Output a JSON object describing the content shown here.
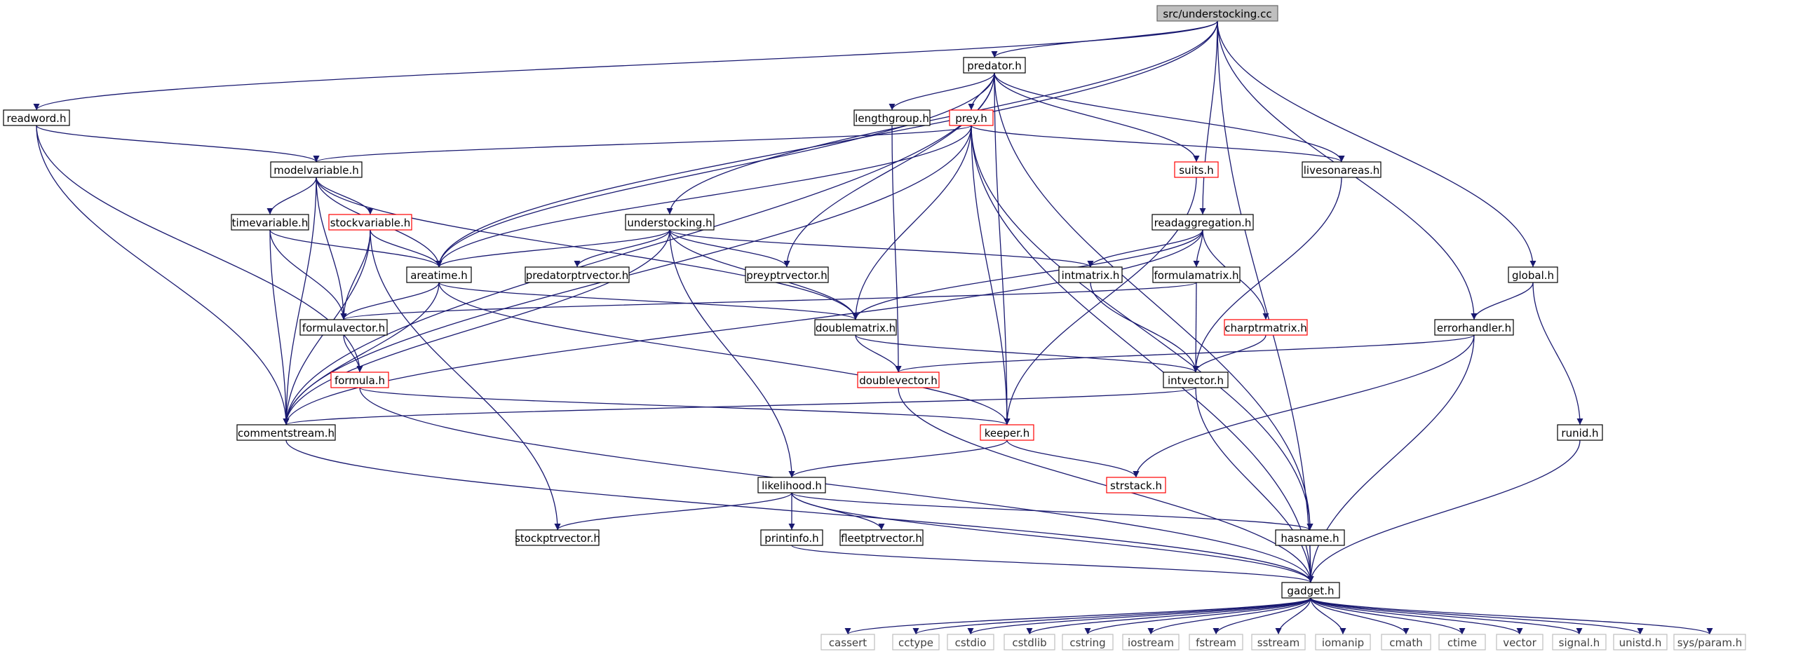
{
  "colors": {
    "edge": "#191970",
    "root_fill": "#bfbfbf",
    "normal_border": "#000000",
    "truncated_border": "#ff0000",
    "system_border": "#bfbfbf",
    "system_text": "#404040"
  },
  "nodes": [
    {
      "id": "root",
      "label": "src/understocking.cc",
      "kind": "root"
    },
    {
      "id": "predator",
      "label": "predator.h",
      "kind": "normal"
    },
    {
      "id": "readword",
      "label": "readword.h",
      "kind": "normal"
    },
    {
      "id": "lengthgroup",
      "label": "lengthgroup.h",
      "kind": "normal"
    },
    {
      "id": "prey",
      "label": "prey.h",
      "kind": "truncated"
    },
    {
      "id": "modelvariable",
      "label": "modelvariable.h",
      "kind": "normal"
    },
    {
      "id": "suits",
      "label": "suits.h",
      "kind": "truncated"
    },
    {
      "id": "livesonareas",
      "label": "livesonareas.h",
      "kind": "normal"
    },
    {
      "id": "timevariable",
      "label": "timevariable.h",
      "kind": "normal"
    },
    {
      "id": "stockvariable",
      "label": "stockvariable.h",
      "kind": "truncated"
    },
    {
      "id": "understocking",
      "label": "understocking.h",
      "kind": "normal"
    },
    {
      "id": "readaggregation",
      "label": "readaggregation.h",
      "kind": "normal"
    },
    {
      "id": "areatime",
      "label": "areatime.h",
      "kind": "normal"
    },
    {
      "id": "predatorptrvector",
      "label": "predatorptrvector.h",
      "kind": "normal"
    },
    {
      "id": "preyptrvector",
      "label": "preyptrvector.h",
      "kind": "normal"
    },
    {
      "id": "intmatrix",
      "label": "intmatrix.h",
      "kind": "normal"
    },
    {
      "id": "formulamatrix",
      "label": "formulamatrix.h",
      "kind": "normal"
    },
    {
      "id": "global",
      "label": "global.h",
      "kind": "normal"
    },
    {
      "id": "formulavector",
      "label": "formulavector.h",
      "kind": "normal"
    },
    {
      "id": "doublematrix",
      "label": "doublematrix.h",
      "kind": "normal"
    },
    {
      "id": "charptrmatrix",
      "label": "charptrmatrix.h",
      "kind": "truncated"
    },
    {
      "id": "errorhandler",
      "label": "errorhandler.h",
      "kind": "normal"
    },
    {
      "id": "formula",
      "label": "formula.h",
      "kind": "truncated"
    },
    {
      "id": "doublevector",
      "label": "doublevector.h",
      "kind": "truncated"
    },
    {
      "id": "intvector",
      "label": "intvector.h",
      "kind": "normal"
    },
    {
      "id": "commentstream",
      "label": "commentstream.h",
      "kind": "normal"
    },
    {
      "id": "keeper",
      "label": "keeper.h",
      "kind": "truncated"
    },
    {
      "id": "runid",
      "label": "runid.h",
      "kind": "normal"
    },
    {
      "id": "likelihood",
      "label": "likelihood.h",
      "kind": "normal"
    },
    {
      "id": "strstack",
      "label": "strstack.h",
      "kind": "truncated"
    },
    {
      "id": "printinfo",
      "label": "printinfo.h",
      "kind": "normal"
    },
    {
      "id": "fleetptrvector",
      "label": "fleetptrvector.h",
      "kind": "normal"
    },
    {
      "id": "stockptrvector",
      "label": "stockptrvector.h",
      "kind": "normal"
    },
    {
      "id": "hasname",
      "label": "hasname.h",
      "kind": "normal"
    },
    {
      "id": "gadget",
      "label": "gadget.h",
      "kind": "normal"
    },
    {
      "id": "cassert",
      "label": "cassert",
      "kind": "system"
    },
    {
      "id": "cctype",
      "label": "cctype",
      "kind": "system"
    },
    {
      "id": "cstdio",
      "label": "cstdio",
      "kind": "system"
    },
    {
      "id": "cstdlib",
      "label": "cstdlib",
      "kind": "system"
    },
    {
      "id": "cstring",
      "label": "cstring",
      "kind": "system"
    },
    {
      "id": "iostream",
      "label": "iostream",
      "kind": "system"
    },
    {
      "id": "fstream",
      "label": "fstream",
      "kind": "system"
    },
    {
      "id": "sstream",
      "label": "sstream",
      "kind": "system"
    },
    {
      "id": "iomanip",
      "label": "iomanip",
      "kind": "system"
    },
    {
      "id": "cmath",
      "label": "cmath",
      "kind": "system"
    },
    {
      "id": "ctime",
      "label": "ctime",
      "kind": "system"
    },
    {
      "id": "vector",
      "label": "vector",
      "kind": "system"
    },
    {
      "id": "signal",
      "label": "signal.h",
      "kind": "system"
    },
    {
      "id": "unistd",
      "label": "unistd.h",
      "kind": "system"
    },
    {
      "id": "sysparam",
      "label": "sys/param.h",
      "kind": "system"
    }
  ],
  "edges": [
    [
      "root",
      "predator"
    ],
    [
      "root",
      "readword"
    ],
    [
      "root",
      "areatime"
    ],
    [
      "root",
      "understocking"
    ],
    [
      "root",
      "readaggregation"
    ],
    [
      "root",
      "errorhandler"
    ],
    [
      "root",
      "global"
    ],
    [
      "root",
      "gadget"
    ],
    [
      "predator",
      "lengthgroup"
    ],
    [
      "predator",
      "prey"
    ],
    [
      "predator",
      "suits"
    ],
    [
      "predator",
      "livesonareas"
    ],
    [
      "predator",
      "areatime"
    ],
    [
      "predator",
      "preyptrvector"
    ],
    [
      "predator",
      "keeper"
    ],
    [
      "predator",
      "hasname"
    ],
    [
      "predator",
      "commentstream"
    ],
    [
      "readword",
      "modelvariable"
    ],
    [
      "readword",
      "commentstream"
    ],
    [
      "readword",
      "formula"
    ],
    [
      "lengthgroup",
      "doublevector"
    ],
    [
      "prey",
      "modelvariable"
    ],
    [
      "prey",
      "livesonareas"
    ],
    [
      "prey",
      "areatime"
    ],
    [
      "prey",
      "doublematrix"
    ],
    [
      "prey",
      "keeper"
    ],
    [
      "prey",
      "hasname"
    ],
    [
      "prey",
      "commentstream"
    ],
    [
      "prey",
      "gadget"
    ],
    [
      "modelvariable",
      "timevariable"
    ],
    [
      "modelvariable",
      "stockvariable"
    ],
    [
      "modelvariable",
      "areatime"
    ],
    [
      "modelvariable",
      "formulavector"
    ],
    [
      "modelvariable",
      "doublematrix"
    ],
    [
      "modelvariable",
      "commentstream"
    ],
    [
      "suits",
      "keeper"
    ],
    [
      "livesonareas",
      "intvector"
    ],
    [
      "timevariable",
      "areatime"
    ],
    [
      "timevariable",
      "formulavector"
    ],
    [
      "timevariable",
      "commentstream"
    ],
    [
      "stockvariable",
      "areatime"
    ],
    [
      "stockvariable",
      "formulavector"
    ],
    [
      "stockvariable",
      "commentstream"
    ],
    [
      "stockvariable",
      "stockptrvector"
    ],
    [
      "understocking",
      "areatime"
    ],
    [
      "understocking",
      "predatorptrvector"
    ],
    [
      "understocking",
      "preyptrvector"
    ],
    [
      "understocking",
      "intmatrix"
    ],
    [
      "understocking",
      "doublematrix"
    ],
    [
      "understocking",
      "likelihood"
    ],
    [
      "understocking",
      "commentstream"
    ],
    [
      "readaggregation",
      "intmatrix"
    ],
    [
      "readaggregation",
      "formulamatrix"
    ],
    [
      "readaggregation",
      "charptrmatrix"
    ],
    [
      "readaggregation",
      "doublematrix"
    ],
    [
      "readaggregation",
      "commentstream"
    ],
    [
      "areatime",
      "formulavector"
    ],
    [
      "areatime",
      "doublematrix"
    ],
    [
      "areatime",
      "keeper"
    ],
    [
      "areatime",
      "commentstream"
    ],
    [
      "intmatrix",
      "intvector"
    ],
    [
      "formulamatrix",
      "formulavector"
    ],
    [
      "formulamatrix",
      "intvector"
    ],
    [
      "global",
      "errorhandler"
    ],
    [
      "global",
      "runid"
    ],
    [
      "formulavector",
      "formula"
    ],
    [
      "doublematrix",
      "doublevector"
    ],
    [
      "doublematrix",
      "intvector"
    ],
    [
      "charptrmatrix",
      "intvector"
    ],
    [
      "errorhandler",
      "doublevector"
    ],
    [
      "errorhandler",
      "strstack"
    ],
    [
      "errorhandler",
      "gadget"
    ],
    [
      "formula",
      "keeper"
    ],
    [
      "formula",
      "gadget"
    ],
    [
      "doublevector",
      "gadget"
    ],
    [
      "intvector",
      "commentstream"
    ],
    [
      "intvector",
      "gadget"
    ],
    [
      "commentstream",
      "gadget"
    ],
    [
      "keeper",
      "likelihood"
    ],
    [
      "keeper",
      "strstack"
    ],
    [
      "runid",
      "gadget"
    ],
    [
      "likelihood",
      "printinfo"
    ],
    [
      "likelihood",
      "fleetptrvector"
    ],
    [
      "likelihood",
      "stockptrvector"
    ],
    [
      "likelihood",
      "hasname"
    ],
    [
      "likelihood",
      "gadget"
    ],
    [
      "printinfo",
      "gadget"
    ],
    [
      "hasname",
      "gadget"
    ],
    [
      "gadget",
      "cassert"
    ],
    [
      "gadget",
      "cctype"
    ],
    [
      "gadget",
      "cstdio"
    ],
    [
      "gadget",
      "cstdlib"
    ],
    [
      "gadget",
      "cstring"
    ],
    [
      "gadget",
      "iostream"
    ],
    [
      "gadget",
      "fstream"
    ],
    [
      "gadget",
      "sstream"
    ],
    [
      "gadget",
      "iomanip"
    ],
    [
      "gadget",
      "cmath"
    ],
    [
      "gadget",
      "ctime"
    ],
    [
      "gadget",
      "vector"
    ],
    [
      "gadget",
      "signal"
    ],
    [
      "gadget",
      "unistd"
    ],
    [
      "gadget",
      "sysparam"
    ]
  ]
}
